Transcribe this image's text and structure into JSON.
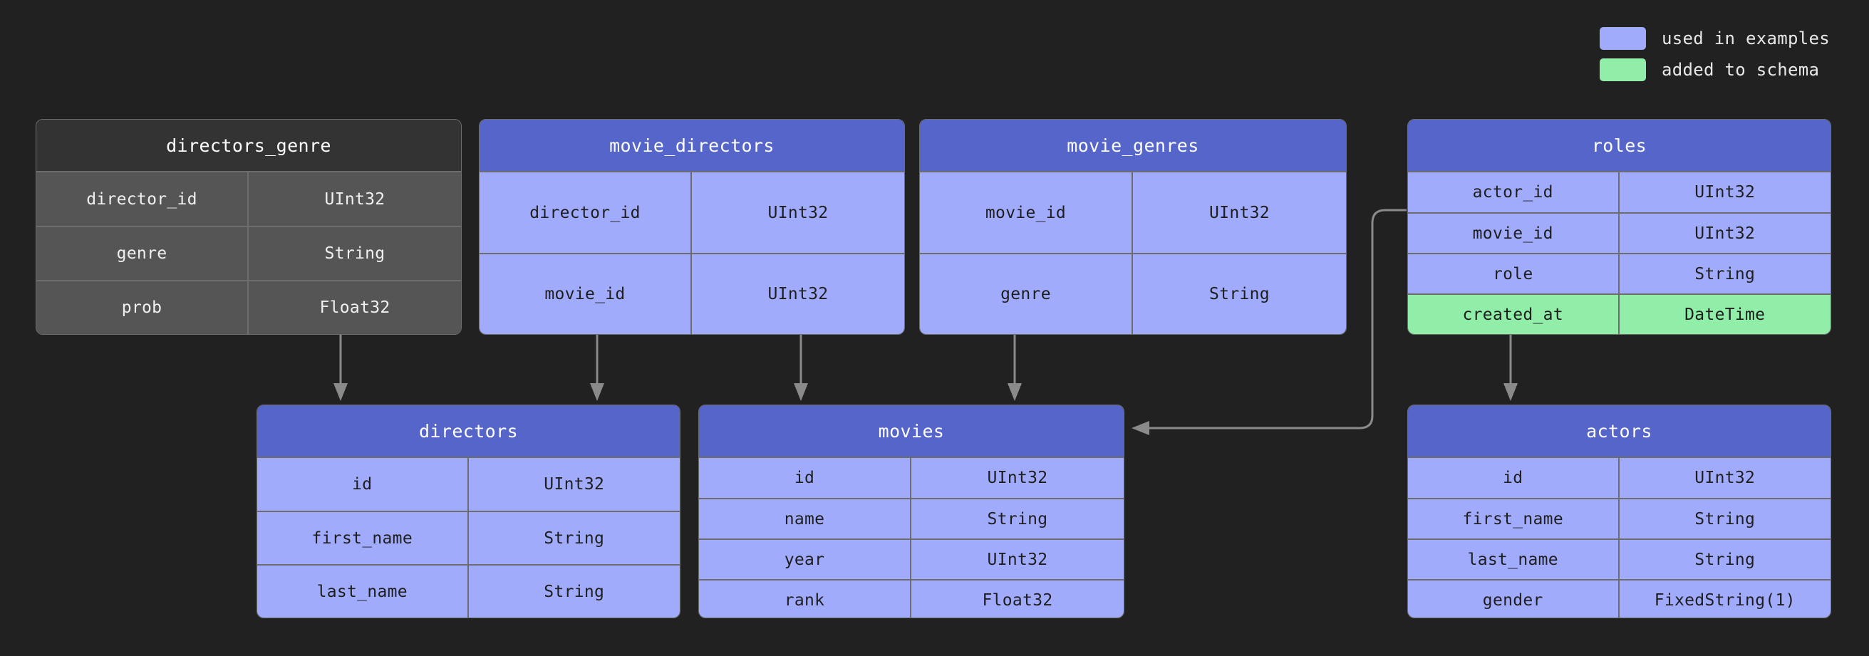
{
  "legend": {
    "items": [
      {
        "label": "used in examples",
        "color": "#a0abfc",
        "icon": "color-swatch"
      },
      {
        "label": "added to schema",
        "color": "#90eea8",
        "icon": "color-swatch"
      }
    ]
  },
  "tables": [
    {
      "id": "directors_genre",
      "title": "directors_genre",
      "accent": "gray",
      "header_color": "#333333",
      "row_color": "#555555",
      "columns": [
        {
          "name": "director_id",
          "type": "UInt32",
          "highlight": "none"
        },
        {
          "name": "genre",
          "type": "String",
          "highlight": "none"
        },
        {
          "name": "prob",
          "type": "Float32",
          "highlight": "none"
        }
      ]
    },
    {
      "id": "movie_directors",
      "title": "movie_directors",
      "accent": "blue",
      "header_color": "#5565ca",
      "row_color": "#a0abfc",
      "columns": [
        {
          "name": "director_id",
          "type": "UInt32",
          "highlight": "none"
        },
        {
          "name": "movie_id",
          "type": "UInt32",
          "highlight": "none"
        }
      ]
    },
    {
      "id": "movie_genres",
      "title": "movie_genres",
      "accent": "blue",
      "header_color": "#5565ca",
      "row_color": "#a0abfc",
      "columns": [
        {
          "name": "movie_id",
          "type": "UInt32",
          "highlight": "none"
        },
        {
          "name": "genre",
          "type": "String",
          "highlight": "none"
        }
      ]
    },
    {
      "id": "roles",
      "title": "roles",
      "accent": "blue",
      "header_color": "#5565ca",
      "row_color": "#a0abfc",
      "columns": [
        {
          "name": "actor_id",
          "type": "UInt32",
          "highlight": "none"
        },
        {
          "name": "movie_id",
          "type": "UInt32",
          "highlight": "none"
        },
        {
          "name": "role",
          "type": "String",
          "highlight": "none"
        },
        {
          "name": "created_at",
          "type": "DateTime",
          "highlight": "green"
        }
      ]
    },
    {
      "id": "directors",
      "title": "directors",
      "accent": "blue",
      "header_color": "#5565ca",
      "row_color": "#a0abfc",
      "columns": [
        {
          "name": "id",
          "type": "UInt32",
          "highlight": "none"
        },
        {
          "name": "first_name",
          "type": "String",
          "highlight": "none"
        },
        {
          "name": "last_name",
          "type": "String",
          "highlight": "none"
        }
      ]
    },
    {
      "id": "movies",
      "title": "movies",
      "accent": "blue",
      "header_color": "#5565ca",
      "row_color": "#a0abfc",
      "columns": [
        {
          "name": "id",
          "type": "UInt32",
          "highlight": "none"
        },
        {
          "name": "name",
          "type": "String",
          "highlight": "none"
        },
        {
          "name": "year",
          "type": "UInt32",
          "highlight": "none"
        },
        {
          "name": "rank",
          "type": "Float32",
          "highlight": "none"
        }
      ]
    },
    {
      "id": "actors",
      "title": "actors",
      "accent": "blue",
      "header_color": "#5565ca",
      "row_color": "#a0abfc",
      "columns": [
        {
          "name": "id",
          "type": "UInt32",
          "highlight": "none"
        },
        {
          "name": "first_name",
          "type": "String",
          "highlight": "none"
        },
        {
          "name": "last_name",
          "type": "String",
          "highlight": "none"
        },
        {
          "name": "gender",
          "type": "FixedString(1)",
          "highlight": "none"
        }
      ]
    }
  ],
  "relations": [
    {
      "from": "directors_genre",
      "to": "directors"
    },
    {
      "from": "movie_directors",
      "to": "directors"
    },
    {
      "from": "movie_directors",
      "to": "movies"
    },
    {
      "from": "movie_genres",
      "to": "movies"
    },
    {
      "from": "roles",
      "to": "movies"
    },
    {
      "from": "roles",
      "to": "actors"
    }
  ],
  "colors": {
    "background": "#212121",
    "border": "#6d6d6d",
    "wire": "#8a8a8a",
    "accent_blue_header": "#5565ca",
    "accent_blue_row": "#a0abfc",
    "accent_gray_header": "#333333",
    "accent_gray_row": "#555555",
    "highlight_green": "#90eea8"
  }
}
